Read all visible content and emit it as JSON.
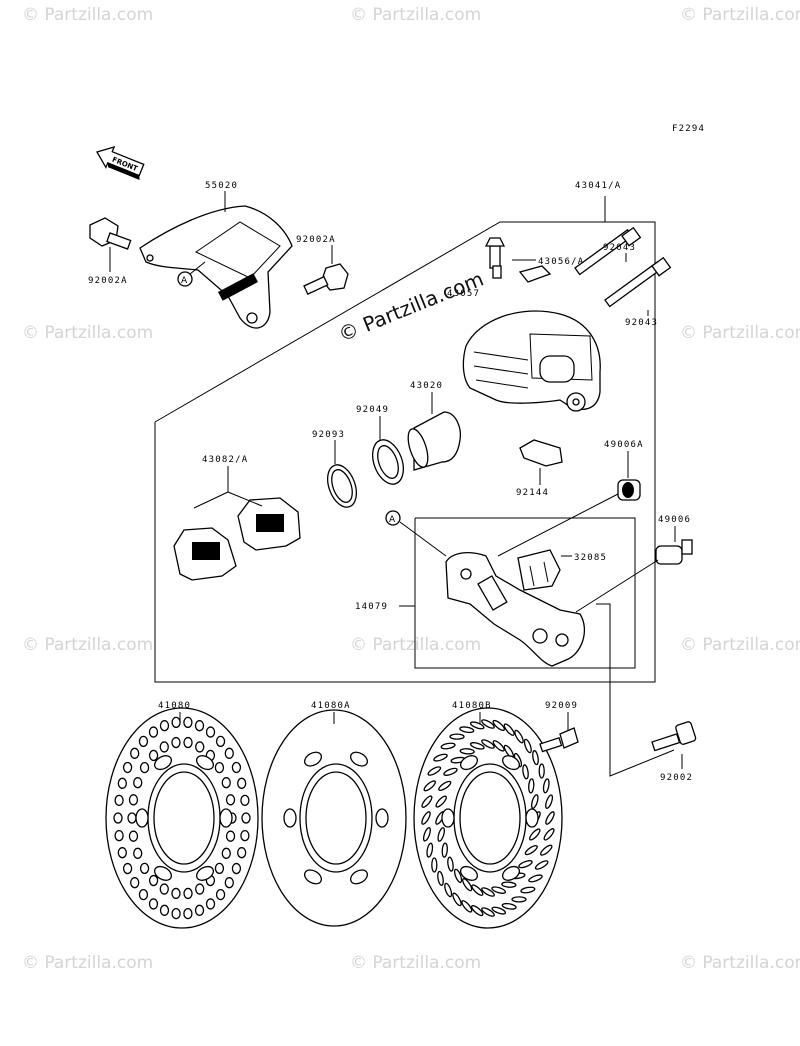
{
  "figure_code": "F2294",
  "front_label": "FRONT",
  "main_watermark": "© Partzilla.com",
  "bg_watermark": "© Partzilla.com",
  "parts": {
    "p55020": "55020",
    "p92002A_left": "92002A",
    "p92002A_right": "92002A",
    "p43041A": "43041/A",
    "p43056A": "43056/A",
    "p43057": "43057",
    "p92043_top": "92043",
    "p92043_bottom": "92043",
    "p43020": "43020",
    "p92049": "92049",
    "p92093": "92093",
    "p43082A": "43082/A",
    "p92144": "92144",
    "p49006A": "49006A",
    "p49006": "49006",
    "p32085": "32085",
    "p14079": "14079",
    "p41080": "41080",
    "p41080A": "41080A",
    "p41080B": "41080B",
    "p92009": "92009",
    "p92002": "92002"
  },
  "callout_marker": "A"
}
